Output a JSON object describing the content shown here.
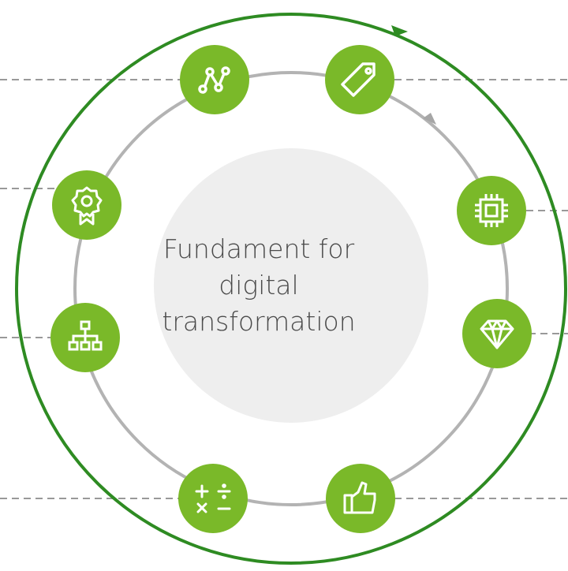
{
  "center": {
    "line1": "Fundament for",
    "line2": "digital",
    "line3": "transformation"
  },
  "colors": {
    "green": "#7ab929",
    "dark_green": "#2e8b22",
    "inner_ring": "#b3b3b3",
    "center_fill": "#eeeeee",
    "dash": "#999999"
  },
  "nodes": [
    {
      "id": "analytics",
      "icon": "line-chart-icon"
    },
    {
      "id": "pricing",
      "icon": "price-tag-icon"
    },
    {
      "id": "technology",
      "icon": "microchip-icon"
    },
    {
      "id": "value",
      "icon": "diamond-icon"
    },
    {
      "id": "satisfaction",
      "icon": "thumbs-up-icon"
    },
    {
      "id": "calculation",
      "icon": "math-operators-icon"
    },
    {
      "id": "organization",
      "icon": "org-chart-icon"
    },
    {
      "id": "quality",
      "icon": "award-badge-icon"
    }
  ]
}
